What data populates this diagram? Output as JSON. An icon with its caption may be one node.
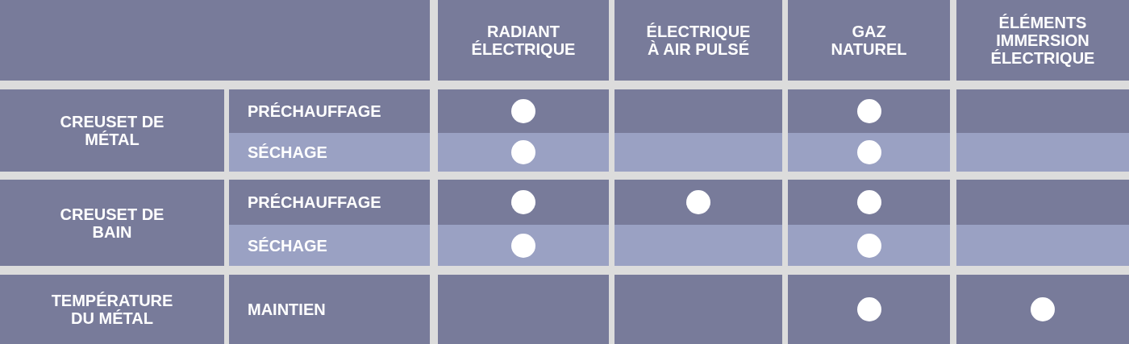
{
  "diagram": {
    "nodes": [
      {
        "text": [],
        "shape": "box"
      },
      {
        "text": [
          "RADIANT ÉLECTRIQUE"
        ]
      },
      {
        "text": [
          "ÉLECTRIQUE À AIR PULSÉ"
        ]
      },
      {
        "text": [
          "GAZ NATUREL"
        ]
      },
      {
        "text": [
          "ÉLÉMENTS IMMERSION ÉLECTRIQUE"
        ]
      },
      {
        "text": [
          "CREUSET DE MÉTAL"
        ]
      },
      {
        "text": [
          "PRÉCHAUFFAGE"
        ]
      },
      {
        "text": [],
        "shape": "box"
      },
      {
        "text": [],
        "shape": "circle",
        "in": 7
      },
      {
        "text": [],
        "shape": "box"
      },
      {
        "text": [],
        "shape": "box"
      },
      {
        "text": [],
        "shape": "circle",
        "in": 10
      },
      {
        "text": [],
        "shape": "box"
      },
      {
        "text": [
          "SÉCHAGE"
        ]
      },
      {
        "text": [],
        "shape": "box"
      },
      {
        "text": [],
        "shape": "circle",
        "in": 14
      },
      {
        "text": [],
        "shape": "box"
      },
      {
        "text": [],
        "shape": "box"
      },
      {
        "text": [],
        "shape": "circle",
        "in": 17
      },
      {
        "text": [],
        "shape": "box"
      },
      {
        "text": [
          "CREUSET DE BAIN"
        ]
      },
      {
        "text": [
          "PRÉCHAUFFAGE"
        ]
      },
      {
        "text": [],
        "shape": "box"
      },
      {
        "text": [],
        "shape": "circle",
        "in": 22
      },
      {
        "text": [],
        "shape": "box"
      },
      {
        "text": [],
        "shape": "circle",
        "in": 24
      },
      {
        "text": [],
        "shape": "box"
      },
      {
        "text": [],
        "shape": "circle",
        "in": 26
      },
      {
        "text": [],
        "shape": "box"
      },
      {
        "text": [
          "SÉCHAGE"
        ]
      },
      {
        "text": [],
        "shape": "box"
      },
      {
        "text": [],
        "shape": "circle",
        "in": 30
      },
      {
        "text": [],
        "shape": "box"
      },
      {
        "text": [],
        "shape": "box"
      },
      {
        "text": [],
        "shape": "circle",
        "in": 33
      },
      {
        "text": [],
        "shape": "box"
      },
      {
        "text": [
          "TEMPÉRATURE DU MÉTAL"
        ]
      },
      {
        "text": [
          "MAINTIEN"
        ]
      },
      {
        "text": [],
        "shape": "box"
      },
      {
        "text": [],
        "shape": "box"
      },
      {
        "text": [],
        "shape": "box"
      },
      {
        "text": [],
        "shape": "circle",
        "in": 40
      },
      {
        "text": [],
        "shape": "box"
      },
      {
        "text": [],
        "shape": "circle",
        "in": 42
      }
    ]
  }
}
